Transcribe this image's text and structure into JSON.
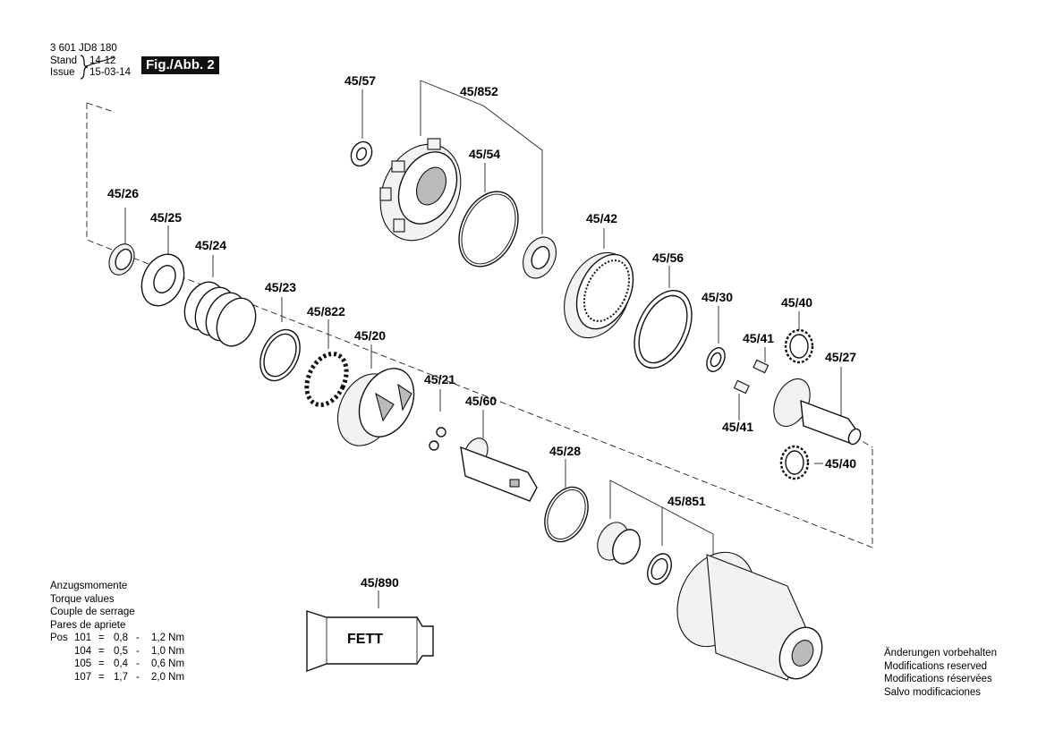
{
  "header": {
    "doc_number": "3 601 JD8 180",
    "stand_label": "Stand",
    "issue_label": "Issue",
    "stand_date": "14-12",
    "issue_date": "15-03-14",
    "figure": "Fig./Abb. 2"
  },
  "parts": {
    "p45_57": "45/57",
    "p45_852": "45/852",
    "p45_54": "45/54",
    "p45_42": "45/42",
    "p45_56": "45/56",
    "p45_30": "45/30",
    "p45_40_top": "45/40",
    "p45_41_top": "45/41",
    "p45_27": "45/27",
    "p45_41_bottom": "45/41",
    "p45_40_bottom": "45/40",
    "p45_26": "45/26",
    "p45_25": "45/25",
    "p45_24": "45/24",
    "p45_23": "45/23",
    "p45_822": "45/822",
    "p45_20": "45/20",
    "p45_21": "45/21",
    "p45_60": "45/60",
    "p45_28": "45/28",
    "p45_851": "45/851",
    "p45_890": "45/890"
  },
  "fett_label": "FETT",
  "torque": {
    "headings": [
      "Anzugsmomente",
      "Torque values",
      "Couple de serrage",
      "Pares de apriete"
    ],
    "pos_label": "Pos",
    "rows": [
      {
        "pos": "101",
        "eq": "=",
        "min": "0,8",
        "dash": "-",
        "max": "1,2 Nm"
      },
      {
        "pos": "104",
        "eq": "=",
        "min": "0,5",
        "dash": "-",
        "max": "1,0 Nm"
      },
      {
        "pos": "105",
        "eq": "=",
        "min": "0,4",
        "dash": "-",
        "max": "0,6 Nm"
      },
      {
        "pos": "107",
        "eq": "=",
        "min": "1,7",
        "dash": "-",
        "max": "2,0 Nm"
      }
    ]
  },
  "notice": [
    "Änderungen vorbehalten",
    "Modifications reserved",
    "Modifications réservées",
    "Salvo modificaciones"
  ]
}
